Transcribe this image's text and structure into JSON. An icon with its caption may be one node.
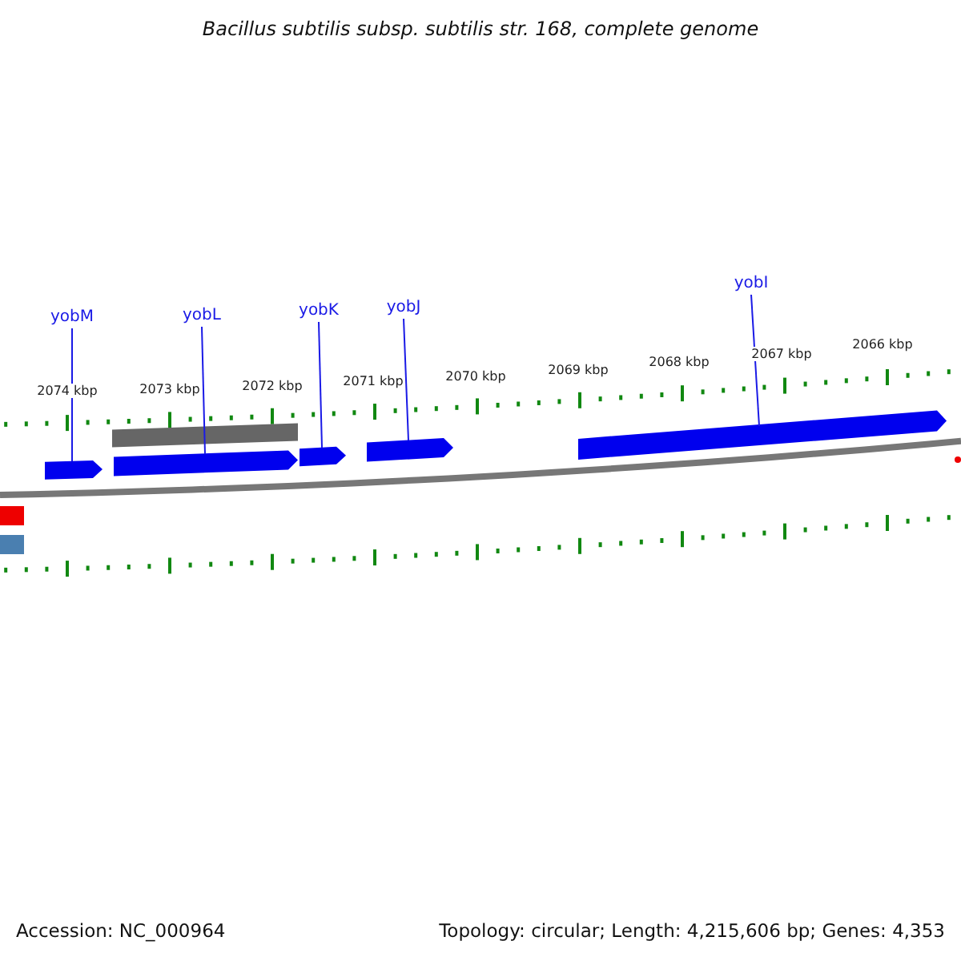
{
  "diagram": {
    "title": "Bacillus subtilis subsp. subtilis str. 168, complete genome",
    "nodes": [
      {
        "text": [
          "yobM"
        ]
      },
      {
        "text": [
          "yobL"
        ]
      },
      {
        "text": [
          "yobK"
        ]
      },
      {
        "text": [
          "yobJ"
        ]
      },
      {
        "text": [
          "yobI"
        ]
      },
      {
        "text": [],
        "shape": "bar"
      },
      {
        "text": [],
        "shape": "bar"
      },
      {
        "text": [],
        "shape": "bar"
      },
      {
        "text": [],
        "shape": "bar"
      },
      {
        "text": [],
        "shape": "bar"
      },
      {
        "text": [],
        "shape": "bar"
      },
      {
        "text": [],
        "shape": "bar"
      },
      {
        "text": [],
        "shape": "bar"
      }
    ],
    "edges": [
      {
        "from": 0,
        "to": 5,
        "arrow": "none"
      },
      {
        "from": 1,
        "to": 6,
        "arrow": "none"
      },
      {
        "from": 2,
        "to": 7,
        "arrow": "none"
      },
      {
        "from": 3,
        "to": 8,
        "arrow": "none"
      },
      {
        "from": 4,
        "to": 9,
        "arrow": "none"
      }
    ],
    "labels": [
      "2074 kbp",
      "2073 kbp",
      "2072 kbp",
      "2071 kbp",
      "2070 kbp",
      "2069 kbp",
      "2068 kbp",
      "2067 kbp",
      "2066 kbp",
      "Accession: NC_000964",
      "Topology: circular; Length: 4,215,606 bp; Genes: 4,353"
    ]
  }
}
